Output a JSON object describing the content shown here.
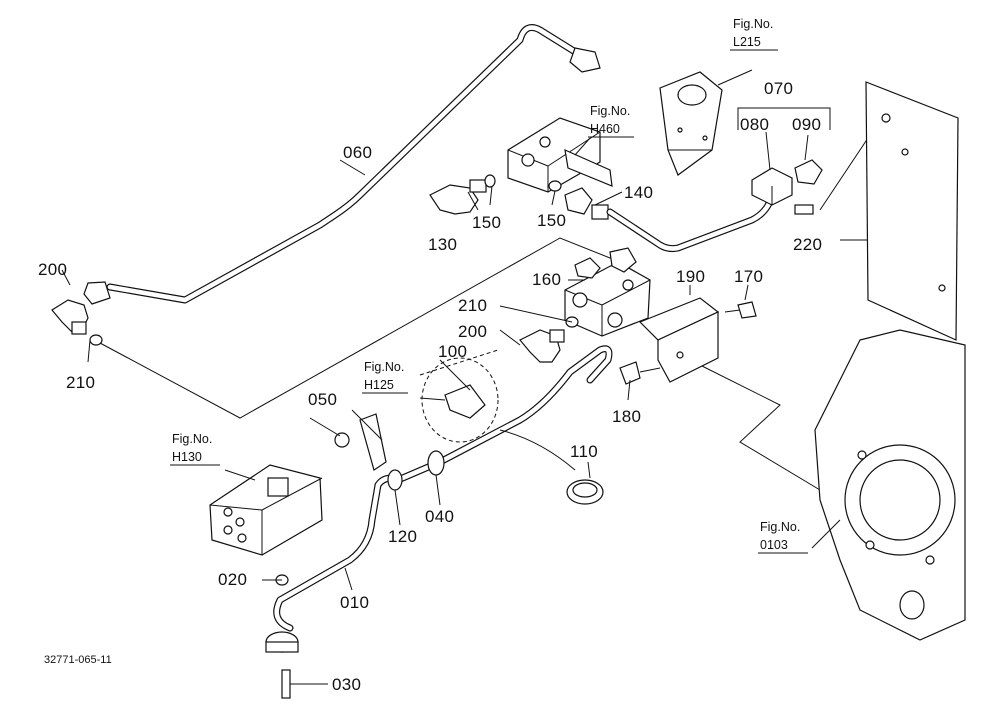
{
  "document_number": "32771-065-11",
  "parts": [
    {
      "no": "010"
    },
    {
      "no": "020"
    },
    {
      "no": "030"
    },
    {
      "no": "040"
    },
    {
      "no": "050"
    },
    {
      "no": "060"
    },
    {
      "no": "070"
    },
    {
      "no": "080"
    },
    {
      "no": "090"
    },
    {
      "no": "100"
    },
    {
      "no": "110"
    },
    {
      "no": "120"
    },
    {
      "no": "130"
    },
    {
      "no": "140"
    },
    {
      "no": "150"
    },
    {
      "no": "150"
    },
    {
      "no": "160"
    },
    {
      "no": "170"
    },
    {
      "no": "180"
    },
    {
      "no": "190"
    },
    {
      "no": "200"
    },
    {
      "no": "200"
    },
    {
      "no": "210"
    },
    {
      "no": "210"
    },
    {
      "no": "220"
    }
  ],
  "figure_refs": [
    {
      "label": "Fig.No.",
      "number": "L215"
    },
    {
      "label": "Fig.No.",
      "number": "H460"
    },
    {
      "label": "Fig.No.",
      "number": "H125"
    },
    {
      "label": "Fig.No.",
      "number": "H130"
    },
    {
      "label": "Fig.No.",
      "number": "0103"
    }
  ]
}
